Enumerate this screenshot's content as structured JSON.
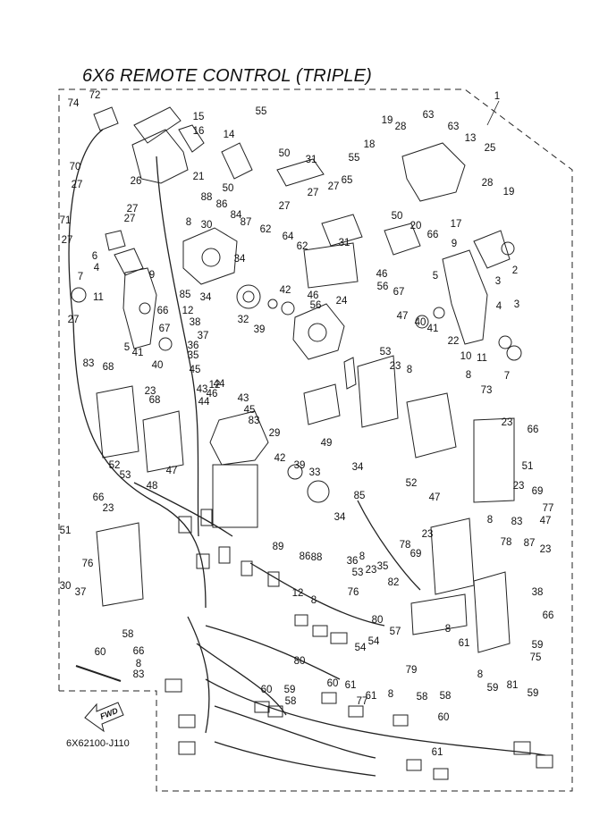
{
  "title": "6X6 REMOTE CONTROL (TRIPLE)",
  "drawing_code": "6X62100-J110",
  "direction_arrow": "FWD",
  "callouts": [
    {
      "n": "74"
    },
    {
      "n": "72"
    },
    {
      "n": "15"
    },
    {
      "n": "16"
    },
    {
      "n": "14"
    },
    {
      "n": "55"
    },
    {
      "n": "1"
    },
    {
      "n": "19"
    },
    {
      "n": "28"
    },
    {
      "n": "63"
    },
    {
      "n": "63"
    },
    {
      "n": "13"
    },
    {
      "n": "25"
    },
    {
      "n": "18"
    },
    {
      "n": "55"
    },
    {
      "n": "50"
    },
    {
      "n": "31"
    },
    {
      "n": "26"
    },
    {
      "n": "21"
    },
    {
      "n": "70"
    },
    {
      "n": "27"
    },
    {
      "n": "27"
    },
    {
      "n": "28"
    },
    {
      "n": "19"
    },
    {
      "n": "17"
    },
    {
      "n": "50"
    },
    {
      "n": "65"
    },
    {
      "n": "27"
    },
    {
      "n": "27"
    },
    {
      "n": "88"
    },
    {
      "n": "86"
    },
    {
      "n": "84"
    },
    {
      "n": "30"
    },
    {
      "n": "87"
    },
    {
      "n": "8"
    },
    {
      "n": "71"
    },
    {
      "n": "27"
    },
    {
      "n": "27"
    },
    {
      "n": "27"
    },
    {
      "n": "50"
    },
    {
      "n": "20"
    },
    {
      "n": "62"
    },
    {
      "n": "64"
    },
    {
      "n": "62"
    },
    {
      "n": "31"
    },
    {
      "n": "66"
    },
    {
      "n": "9"
    },
    {
      "n": "34"
    },
    {
      "n": "6"
    },
    {
      "n": "4"
    },
    {
      "n": "9"
    },
    {
      "n": "2"
    },
    {
      "n": "7"
    },
    {
      "n": "3"
    },
    {
      "n": "11"
    },
    {
      "n": "85"
    },
    {
      "n": "34"
    },
    {
      "n": "42"
    },
    {
      "n": "46"
    },
    {
      "n": "24"
    },
    {
      "n": "46"
    },
    {
      "n": "56"
    },
    {
      "n": "5"
    },
    {
      "n": "4"
    },
    {
      "n": "67"
    },
    {
      "n": "66"
    },
    {
      "n": "12"
    },
    {
      "n": "56"
    },
    {
      "n": "3"
    },
    {
      "n": "38"
    },
    {
      "n": "32"
    },
    {
      "n": "40"
    },
    {
      "n": "41"
    },
    {
      "n": "47"
    },
    {
      "n": "27"
    },
    {
      "n": "67"
    },
    {
      "n": "37"
    },
    {
      "n": "39"
    },
    {
      "n": "5"
    },
    {
      "n": "41"
    },
    {
      "n": "40"
    },
    {
      "n": "36"
    },
    {
      "n": "35"
    },
    {
      "n": "22"
    },
    {
      "n": "10"
    },
    {
      "n": "11"
    },
    {
      "n": "7"
    },
    {
      "n": "83"
    },
    {
      "n": "68"
    },
    {
      "n": "45"
    },
    {
      "n": "53"
    },
    {
      "n": "23"
    },
    {
      "n": "8"
    },
    {
      "n": "44"
    },
    {
      "n": "43"
    },
    {
      "n": "46"
    },
    {
      "n": "44"
    },
    {
      "n": "43"
    },
    {
      "n": "12"
    },
    {
      "n": "8"
    },
    {
      "n": "23"
    },
    {
      "n": "68"
    },
    {
      "n": "73"
    },
    {
      "n": "45"
    },
    {
      "n": "83"
    },
    {
      "n": "29"
    },
    {
      "n": "23"
    },
    {
      "n": "66"
    },
    {
      "n": "49"
    },
    {
      "n": "52"
    },
    {
      "n": "53"
    },
    {
      "n": "47"
    },
    {
      "n": "42"
    },
    {
      "n": "39"
    },
    {
      "n": "34"
    },
    {
      "n": "33"
    },
    {
      "n": "51"
    },
    {
      "n": "48"
    },
    {
      "n": "52"
    },
    {
      "n": "23"
    },
    {
      "n": "69"
    },
    {
      "n": "66"
    },
    {
      "n": "23"
    },
    {
      "n": "85"
    },
    {
      "n": "47"
    },
    {
      "n": "77"
    },
    {
      "n": "51"
    },
    {
      "n": "34"
    },
    {
      "n": "23"
    },
    {
      "n": "83"
    },
    {
      "n": "8"
    },
    {
      "n": "47"
    },
    {
      "n": "78"
    },
    {
      "n": "78"
    },
    {
      "n": "87"
    },
    {
      "n": "89"
    },
    {
      "n": "86"
    },
    {
      "n": "88"
    },
    {
      "n": "8"
    },
    {
      "n": "23"
    },
    {
      "n": "76"
    },
    {
      "n": "69"
    },
    {
      "n": "23"
    },
    {
      "n": "30"
    },
    {
      "n": "37"
    },
    {
      "n": "36"
    },
    {
      "n": "53"
    },
    {
      "n": "35"
    },
    {
      "n": "76"
    },
    {
      "n": "82"
    },
    {
      "n": "38"
    },
    {
      "n": "12"
    },
    {
      "n": "8"
    },
    {
      "n": "66"
    },
    {
      "n": "80"
    },
    {
      "n": "57"
    },
    {
      "n": "58"
    },
    {
      "n": "66"
    },
    {
      "n": "54"
    },
    {
      "n": "8"
    },
    {
      "n": "59"
    },
    {
      "n": "80"
    },
    {
      "n": "54"
    },
    {
      "n": "60"
    },
    {
      "n": "61"
    },
    {
      "n": "8"
    },
    {
      "n": "83"
    },
    {
      "n": "75"
    },
    {
      "n": "79"
    },
    {
      "n": "8"
    },
    {
      "n": "81"
    },
    {
      "n": "59"
    },
    {
      "n": "60"
    },
    {
      "n": "59"
    },
    {
      "n": "60"
    },
    {
      "n": "61"
    },
    {
      "n": "61"
    },
    {
      "n": "58"
    },
    {
      "n": "77"
    },
    {
      "n": "8"
    },
    {
      "n": "58"
    },
    {
      "n": "58"
    },
    {
      "n": "59"
    },
    {
      "n": "60"
    },
    {
      "n": "61"
    }
  ]
}
